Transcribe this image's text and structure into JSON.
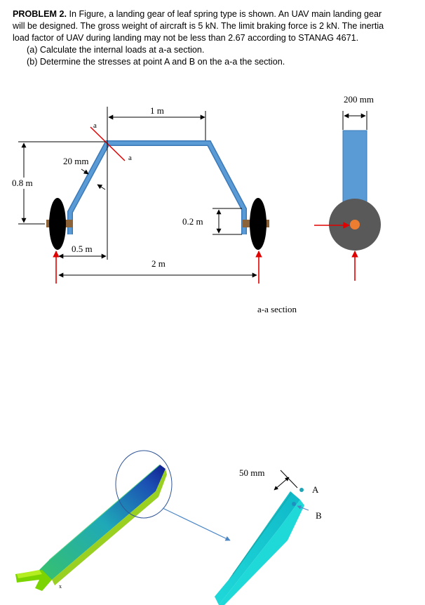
{
  "problem": {
    "heading": "PROBLEM 2.",
    "text_1": " In Figure, a landing gear of leaf spring type is shown. An UAV main landing gear",
    "text_2": "will be designed. The gross weight of aircraft is 5 kN. The limit braking force is 2 kN. The inertia",
    "text_3": "load factor of UAV during landing may not be less than 2.67 according to STANAG 4671.",
    "part_a": "(a) Calculate the internal loads at a-a section.",
    "part_b": "(b) Determine the stresses at point A and B on the a-a the section."
  },
  "figure": {
    "label_section_top": "a",
    "label_section_right": "a",
    "dim_top_span": "1 m",
    "dim_height": "0.8 m",
    "dim_thickness": "20 mm",
    "dim_wheel_offset": "0.5 m",
    "dim_leg_bottom": "0.2 m",
    "dim_track": "2 m",
    "dim_width": "200 mm",
    "section_label": "a-a section",
    "dim_section_depth": "50 mm",
    "point_a": "A",
    "point_b": "B"
  },
  "colors": {
    "spring_blue": "#5b9bd5",
    "spring_edge": "#3a78b8",
    "tire": "#000000",
    "axle": "#8c6239",
    "force_red": "#e00000",
    "wheel_gray": "#595959",
    "hub_orange": "#ed7d31",
    "fem_cyan": "#1fd9d9"
  }
}
